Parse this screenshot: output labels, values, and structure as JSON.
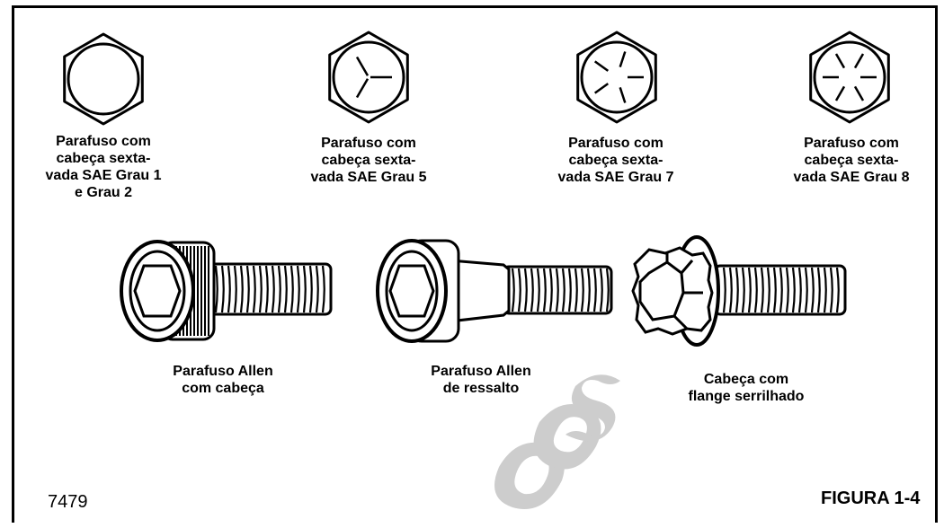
{
  "hex_bolts": [
    {
      "label": "Parafuso com\ncabeça sexta-\nvada SAE Grau 1\ne Grau 2",
      "marks": 0
    },
    {
      "label": "Parafuso com\ncabeça sexta-\nvada SAE Grau 5",
      "marks": 3
    },
    {
      "label": "Parafuso com\ncabeça sexta-\nvada SAE Grau 7",
      "marks": 5
    },
    {
      "label": "Parafuso com\ncabeça sexta-\nvada SAE Grau 8",
      "marks": 6
    }
  ],
  "screws": [
    {
      "label": "Parafuso Allen\ncom cabeça"
    },
    {
      "label": "Parafuso Allen\nde ressalto"
    },
    {
      "label": "Cabeça com\nflange serrilhado"
    }
  ],
  "figure_id": "7479",
  "figure_title": "FIGURA 1-4",
  "colors": {
    "ink": "#000000",
    "watermark": "#c8c8c8"
  }
}
